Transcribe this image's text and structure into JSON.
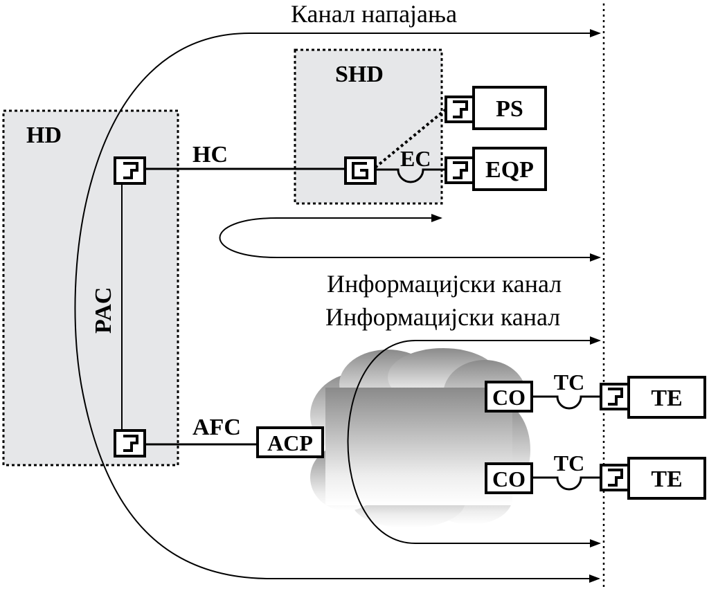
{
  "labels": {
    "power_channel": "Канал напајања",
    "info_channel_1": "Информацијски канал",
    "info_channel_2": "Информацијски канал",
    "hd": "HD",
    "shd": "SHD",
    "hc": "HC",
    "ec": "EC",
    "pac": "PAC",
    "afc": "AFC",
    "ps": "PS",
    "eqp": "EQP",
    "acp": "ACP",
    "co_1": "CO",
    "co_2": "CO",
    "tc_1": "TC",
    "tc_2": "TC",
    "te_1": "TE",
    "te_2": "TE"
  },
  "colors": {
    "domain_fill": "#e6e7e9",
    "line": "#000000",
    "cloud_dark": "#8c8c8c",
    "cloud_light": "#ffffff"
  }
}
